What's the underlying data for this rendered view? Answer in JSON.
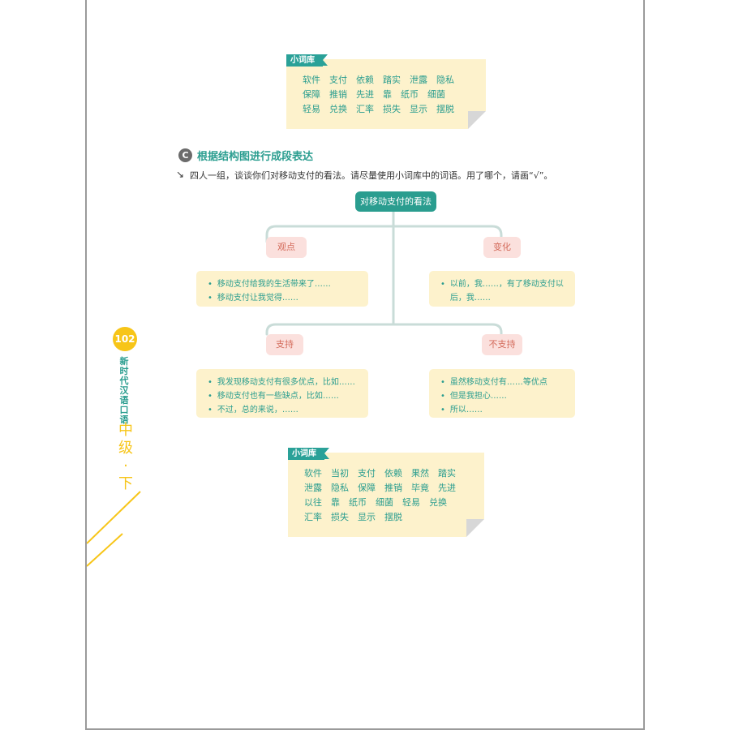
{
  "vocab_top": {
    "tag": "小词库",
    "lines": [
      [
        "软件",
        "支付",
        "依赖",
        "踏实",
        "泄露",
        "隐私"
      ],
      [
        "保障",
        "推销",
        "先进",
        "靠",
        "纸币",
        "细菌"
      ],
      [
        "轻易",
        "兑换",
        "汇率",
        "损失",
        "显示",
        "摆脱"
      ]
    ]
  },
  "section": {
    "badge": "C",
    "title": "根据结构图进行成段表达",
    "arrow": "↘",
    "instruction": "四人一组，谈谈你们对移动支付的看法。请尽量使用小词库中的词语。用了哪个，请画“√”。"
  },
  "chart": {
    "root": "对移动支付的看法",
    "branches": [
      {
        "label": "观点",
        "items": [
          "移动支付给我的生活带来了……",
          "移动支付让我觉得……"
        ]
      },
      {
        "label": "变化",
        "items": [
          "以前，我……，有了移动支付以后，我……"
        ]
      },
      {
        "label": "支持",
        "items": [
          "我发现移动支付有很多优点，比如……",
          "移动支付也有一些缺点，比如……",
          "不过，总的来说，……"
        ]
      },
      {
        "label": "不支持",
        "items": [
          "虽然移动支付有……等优点",
          "但是我担心……",
          "所以……"
        ]
      }
    ],
    "bullet": "•"
  },
  "vocab_bottom": {
    "tag": "小词库",
    "lines": [
      [
        "软件",
        "当初",
        "支付",
        "依赖",
        "果然",
        "踏实"
      ],
      [
        "泄露",
        "隐私",
        "保障",
        "推销",
        "毕竟",
        "先进"
      ],
      [
        "以往",
        "靠",
        "纸币",
        "细菌",
        "轻易",
        "兑换"
      ],
      [
        "汇率",
        "损失",
        "显示",
        "摆脱"
      ]
    ]
  },
  "sidebar": {
    "page_number": "102",
    "book_title": "新时代汉语口语",
    "level": "中级·下"
  },
  "colors": {
    "accent_teal": "#2a9d8f",
    "note_yellow": "#fdf2cc",
    "label_pink": "#fbe0dd",
    "page_yellow": "#f7c518"
  }
}
